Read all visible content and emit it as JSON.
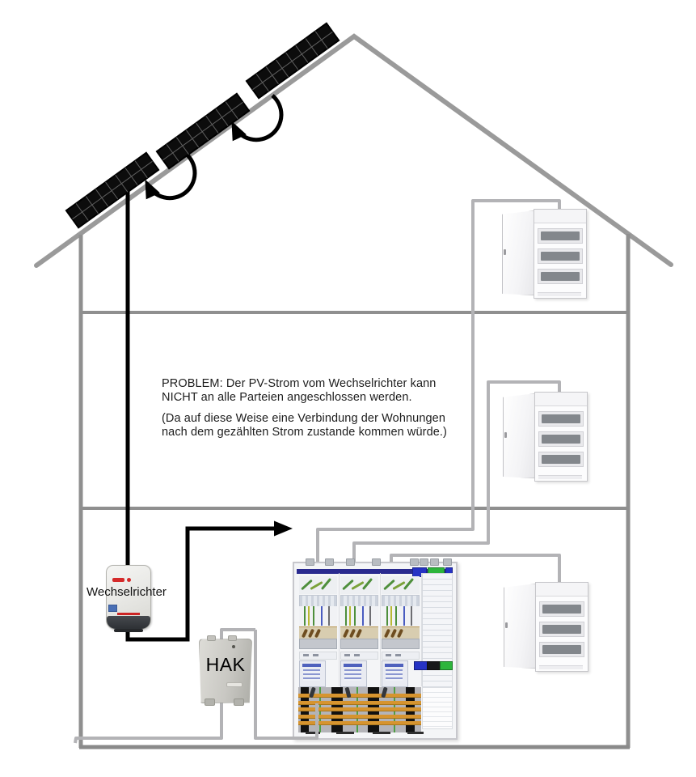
{
  "texts": {
    "problem_line1": "PROBLEM: Der PV-Strom vom Wechselrichter kann",
    "problem_line2": "NICHT an alle Parteien angeschlossen werden.",
    "note_line1": "(Da auf diese Weise eine Verbindung der Wohnungen",
    "note_line2": "nach dem gezählten Strom zustande kommen würde.)",
    "inverter_label": "Wechselrichter",
    "hak_label": "HAK"
  },
  "diagram": {
    "type": "pv-system-multi-party-house-wiring-diagram",
    "floors": 3,
    "solar_panel_count": 3,
    "floor_distribution_box_count": 3,
    "components": [
      "solar-panels",
      "rotation-arrows",
      "pv-cable",
      "inverter",
      "hak-house-connection-box",
      "meter-cabinet",
      "floor-distribution-boxes",
      "house-outline"
    ]
  },
  "colors": {
    "house_outline": "#8f8f8f",
    "wire_gray": "#b3b3b6",
    "pv_cable": "#000000",
    "cabinet_top_bar": "#2a2a8f",
    "busbar_orange": "#d6942f",
    "device_blue": "#2633c4",
    "device_green": "#2db53c",
    "inverter_accent_red": "#d42a2a"
  }
}
